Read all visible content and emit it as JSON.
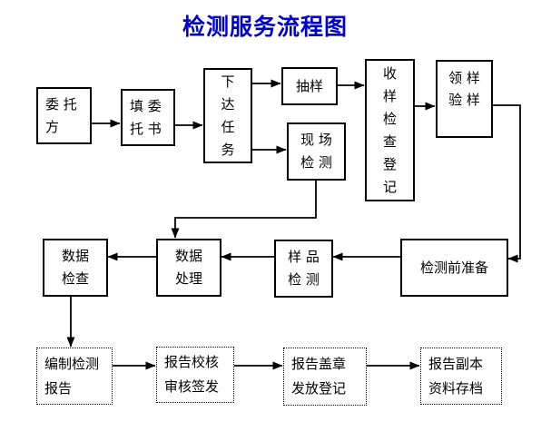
{
  "title": {
    "text": "检测服务流程图",
    "color": "#0000CC"
  },
  "colors": {
    "background": "#FFFFFF",
    "line": "#000000",
    "box_border": "#000000",
    "text": "#000000"
  },
  "nodes": {
    "client": {
      "label": "委托方",
      "lines": [
        "委 托",
        "方"
      ]
    },
    "fill_form": {
      "label": "填委托书",
      "lines": [
        "填 委",
        "托 书"
      ]
    },
    "assign_task": {
      "label": "下达任务",
      "lines": [
        "下",
        "达",
        "任",
        "务"
      ]
    },
    "sampling": {
      "label": "抽样",
      "lines": [
        "抽样"
      ]
    },
    "onsite_testing": {
      "label": "现场检测",
      "lines": [
        "现 场",
        "检 测"
      ]
    },
    "sample_receipt": {
      "label": "收样检查登记",
      "lines": [
        "收",
        "样",
        "检",
        "查",
        "登",
        "记"
      ]
    },
    "sample_pickup": {
      "label": "领样验样",
      "lines": [
        "领 样",
        "验 样"
      ]
    },
    "data_check": {
      "label": "数据检查",
      "lines": [
        "数据",
        "检查"
      ]
    },
    "data_processing": {
      "label": "数据处理",
      "lines": [
        "数据",
        "处理"
      ]
    },
    "sample_testing": {
      "label": "样品检测",
      "lines": [
        "样 品",
        "检 测"
      ]
    },
    "pre_test_prep": {
      "label": "检测前准备",
      "lines": [
        "检测前准备"
      ]
    },
    "report_compile": {
      "label": "编制检测报告",
      "lines": [
        "编制检测",
        "报告"
      ]
    },
    "report_review": {
      "label": "报告校核审核签发",
      "lines": [
        "报告校核",
        "审核签发"
      ]
    },
    "report_seal": {
      "label": "报告盖章发放登记",
      "lines": [
        "报告盖章",
        "发放登记"
      ]
    },
    "report_archive": {
      "label": "报告副本资料存档",
      "lines": [
        "报告副本",
        "资料存档"
      ]
    }
  },
  "edges": [
    {
      "from": "client",
      "to": "fill_form"
    },
    {
      "from": "fill_form",
      "to": "assign_task"
    },
    {
      "from": "assign_task",
      "to": "sampling"
    },
    {
      "from": "assign_task",
      "to": "onsite_testing"
    },
    {
      "from": "sampling",
      "to": "sample_receipt"
    },
    {
      "from": "sample_receipt",
      "to": "sample_pickup"
    },
    {
      "from": "sample_pickup",
      "to": "pre_test_prep"
    },
    {
      "from": "onsite_testing",
      "to": "data_processing"
    },
    {
      "from": "pre_test_prep",
      "to": "sample_testing"
    },
    {
      "from": "sample_testing",
      "to": "data_processing"
    },
    {
      "from": "data_processing",
      "to": "data_check"
    },
    {
      "from": "data_check",
      "to": "report_compile"
    },
    {
      "from": "report_compile",
      "to": "report_review"
    },
    {
      "from": "report_review",
      "to": "report_seal"
    },
    {
      "from": "report_seal",
      "to": "report_archive"
    }
  ]
}
